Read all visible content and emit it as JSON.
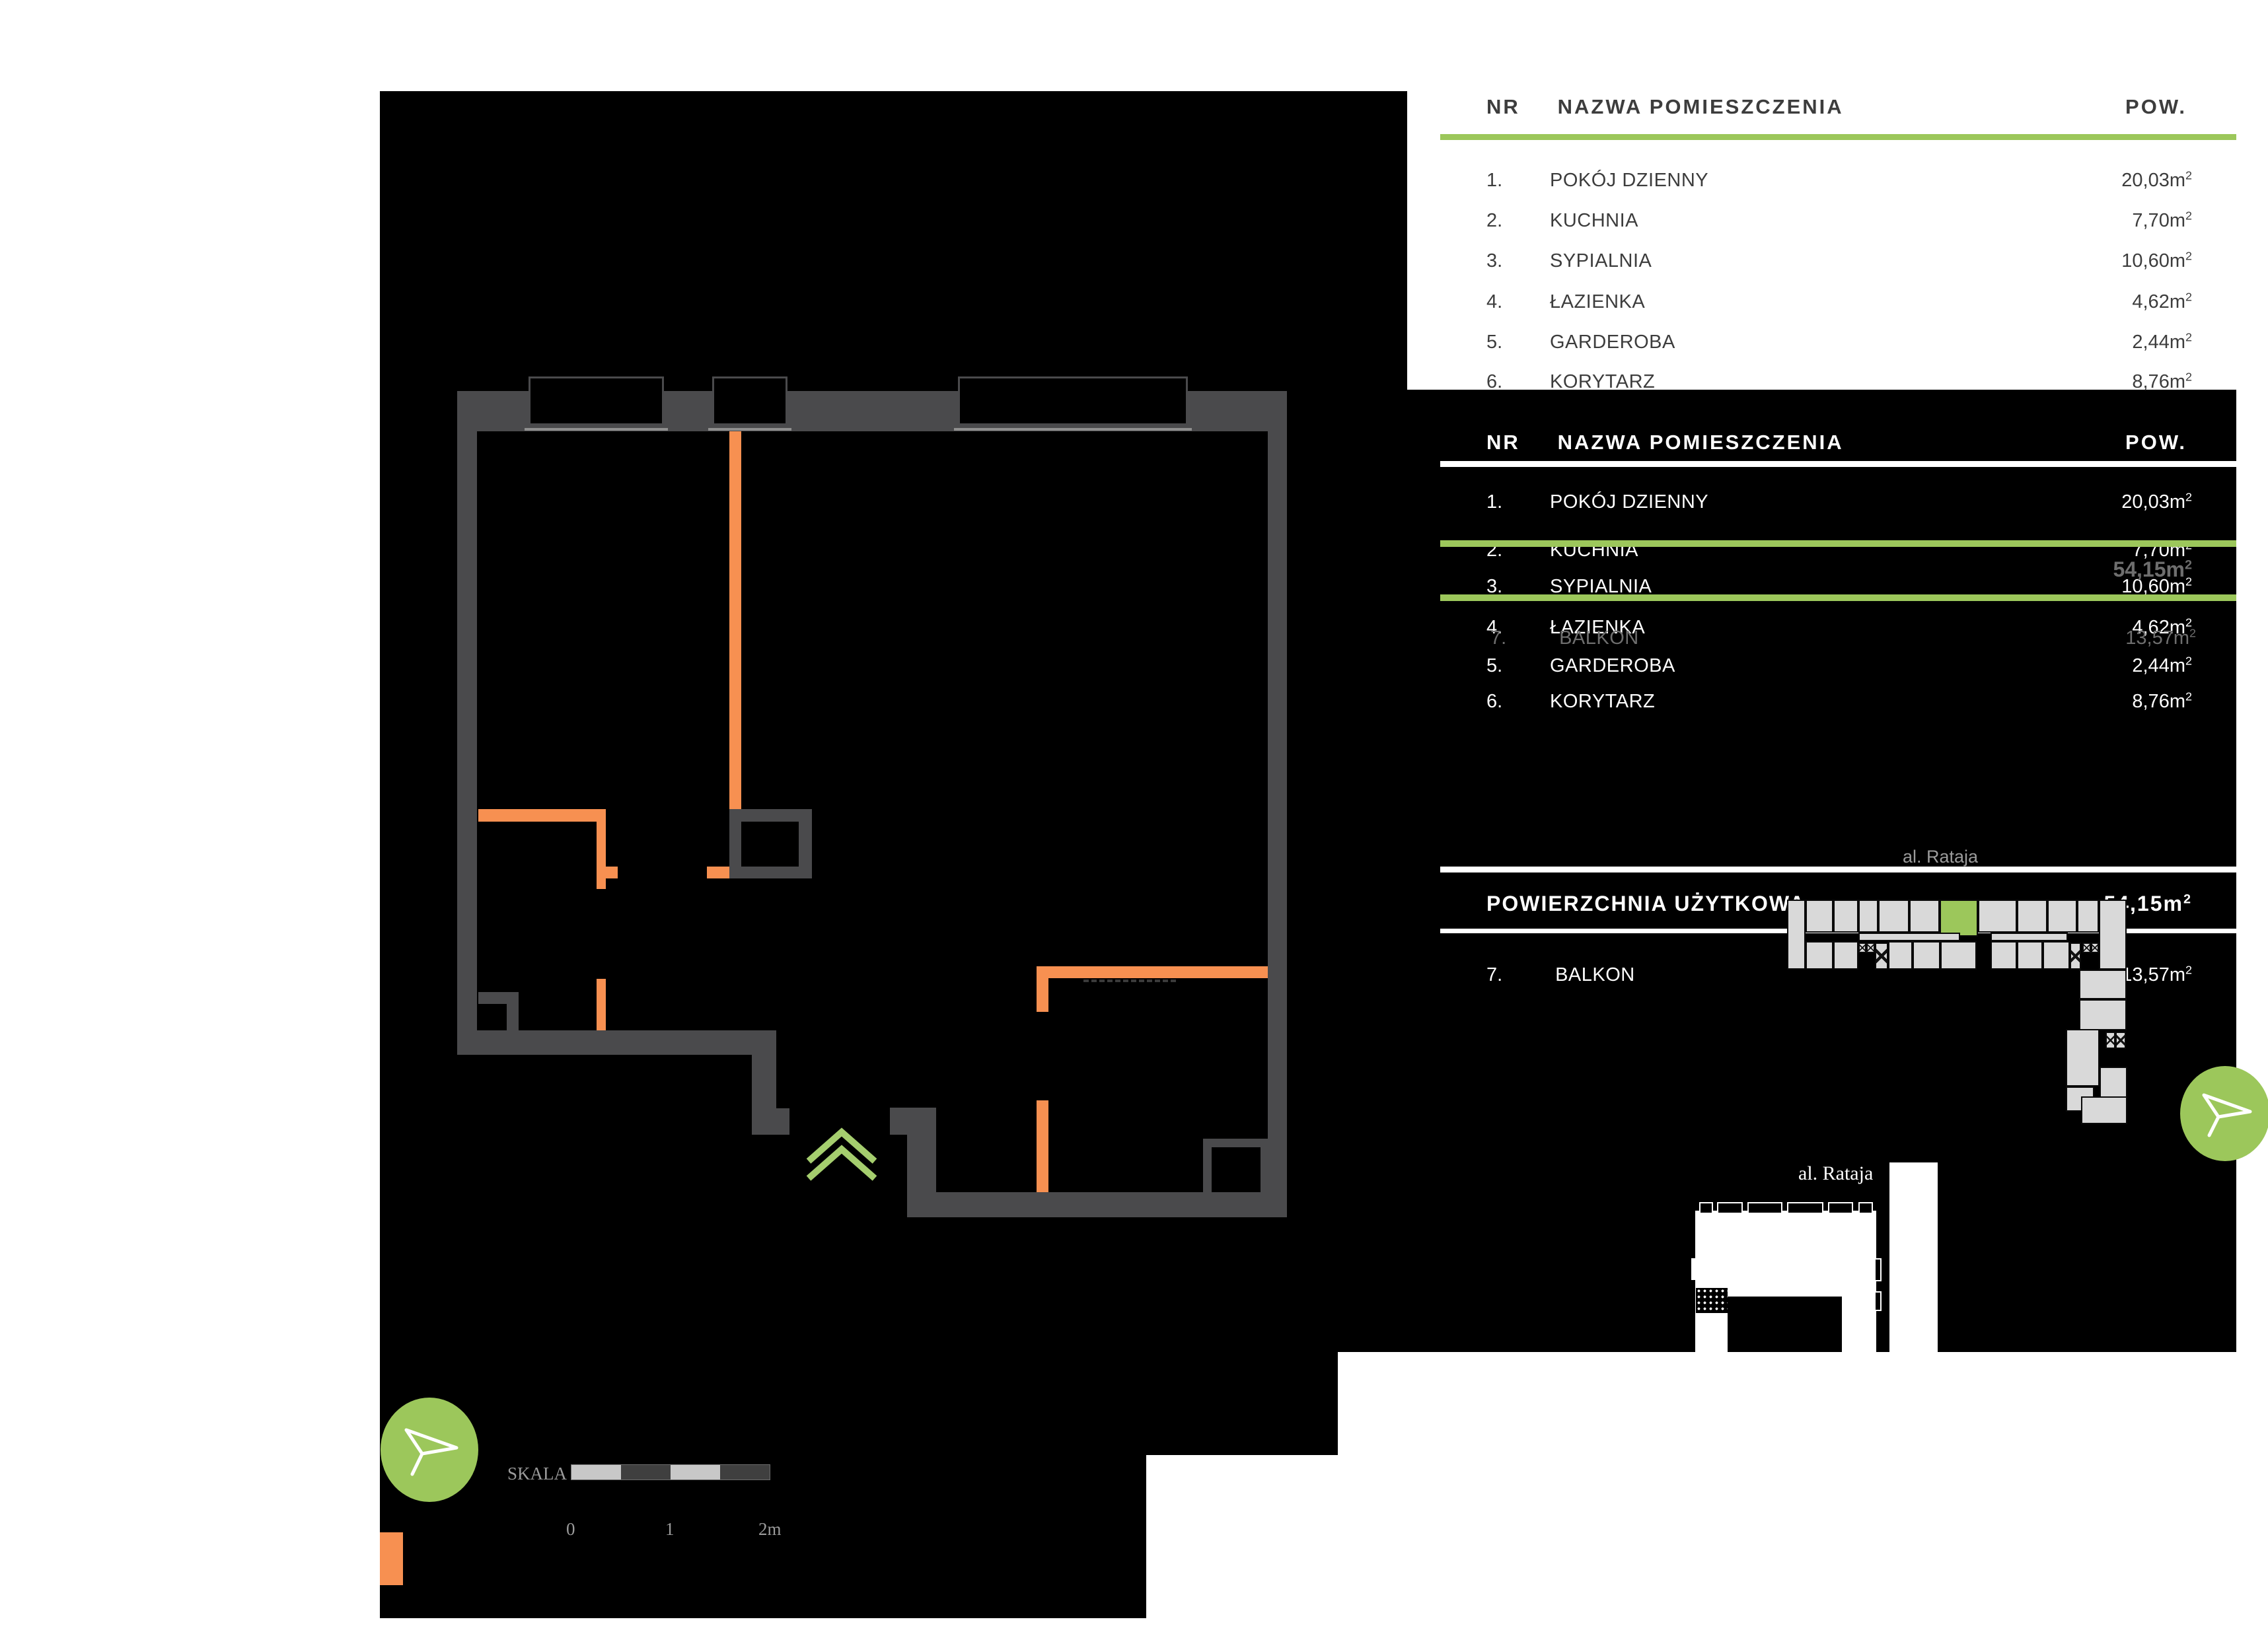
{
  "colors": {
    "accent_green": "#9CC75B",
    "accent_orange": "#F79051",
    "wall_gray": "#4A4A4C",
    "unit_gray": "#D9D9D9",
    "ghost_gray": "#6E6E6E",
    "muted_gray": "#9B9B9B",
    "panel_black": "#000000"
  },
  "table_header": {
    "nr": "NR",
    "name": "NAZWA POMIESZCZENIA",
    "area": "POW."
  },
  "rooms": [
    {
      "nr": "1.",
      "name": "POKÓJ DZIENNY",
      "area": "20,03"
    },
    {
      "nr": "2.",
      "name": "KUCHNIA",
      "area": "7,70"
    },
    {
      "nr": "3.",
      "name": "SYPIALNIA",
      "area": "10,60"
    },
    {
      "nr": "4.",
      "name": "ŁAZIENKA",
      "area": "4,62"
    },
    {
      "nr": "5.",
      "name": "GARDEROBA",
      "area": "2,44"
    },
    {
      "nr": "6.",
      "name": "KORYTARZ",
      "area": "8,76"
    }
  ],
  "unit": {
    "m": "m",
    "sup": "2"
  },
  "summary": {
    "label": "POWIERZCHNIA UŻYTKOWA",
    "total": "54,15",
    "balcony": {
      "nr": "7.",
      "name": "BALKON",
      "area": "13,57"
    }
  },
  "ghost_overlay": {
    "total": "54,15",
    "balcony_nr": "7.",
    "balcony_name": "BALKON",
    "balcony_area": "13,57"
  },
  "map_labels": {
    "street_top": "al. Rataja",
    "street_bottom": "al. Rataja"
  },
  "scale": {
    "label": "SKALA",
    "ticks": [
      "0",
      "1",
      "2m"
    ]
  }
}
